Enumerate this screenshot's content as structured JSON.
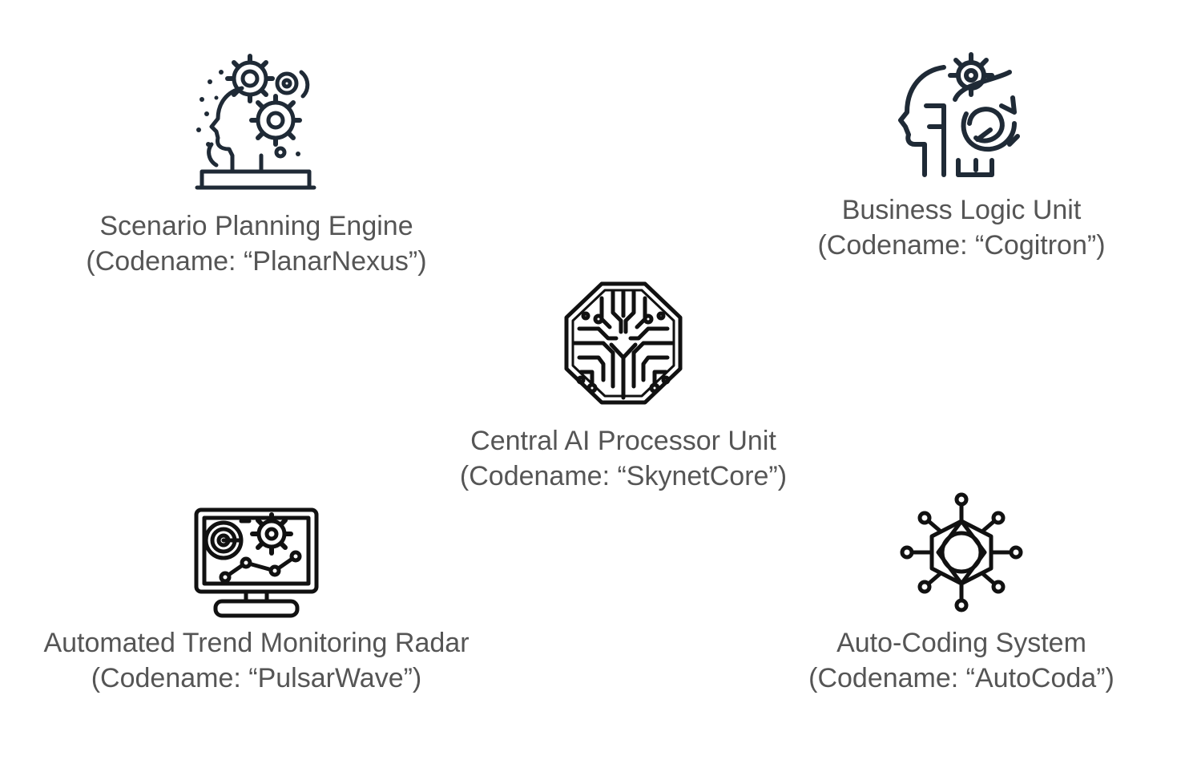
{
  "nodes": [
    {
      "id": "planar",
      "icon": "head-gears-icon",
      "title": "Scenario Planning Engine",
      "codename": "(Codename: “PlanarNexus”)",
      "color": "#1f2a36"
    },
    {
      "id": "cogitron",
      "icon": "head-gear-cycle-icon",
      "title": "Business Logic Unit",
      "codename": "(Codename: “Cogitron”)",
      "color": "#1f2a36"
    },
    {
      "id": "skynet",
      "icon": "circuit-brain-icon",
      "title": "Central AI Processor Unit",
      "codename": "(Codename: “SkynetCore”)",
      "color": "#111111"
    },
    {
      "id": "pulsar",
      "icon": "monitor-radar-icon",
      "title": "Automated Trend Monitoring Radar",
      "codename": "(Codename: “PulsarWave”)",
      "color": "#111111"
    },
    {
      "id": "autocoda",
      "icon": "hexagon-network-icon",
      "title": "Auto-Coding System",
      "codename": "(Codename: “AutoCoda”)",
      "color": "#111111"
    }
  ]
}
